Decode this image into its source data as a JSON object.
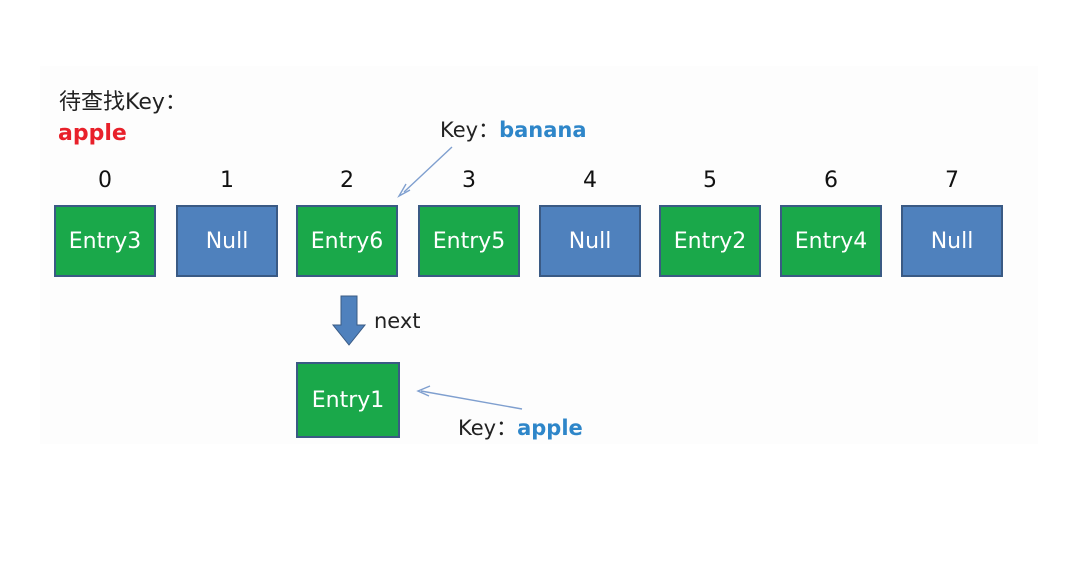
{
  "search": {
    "caption": "待查找Key：",
    "value": "apple",
    "value_color": "#e8202a"
  },
  "key_banana": {
    "prefix": "Key：",
    "value": "banana",
    "value_color": "#2e86c9"
  },
  "key_apple": {
    "prefix": "Key：",
    "value": "apple",
    "value_color": "#2e86c9"
  },
  "colors": {
    "entry": "#1aa84a",
    "null": "#4f81bd",
    "arrow": "#4f81bd",
    "pointer_line": "#7f9fcf"
  },
  "buckets": [
    {
      "index": "0",
      "label": "Entry3",
      "kind": "entry"
    },
    {
      "index": "1",
      "label": "Null",
      "kind": "null"
    },
    {
      "index": "2",
      "label": "Entry6",
      "kind": "entry"
    },
    {
      "index": "3",
      "label": "Entry5",
      "kind": "entry"
    },
    {
      "index": "4",
      "label": "Null",
      "kind": "null"
    },
    {
      "index": "5",
      "label": "Entry2",
      "kind": "entry"
    },
    {
      "index": "6",
      "label": "Entry4",
      "kind": "entry"
    },
    {
      "index": "7",
      "label": "Null",
      "kind": "null"
    }
  ],
  "chain": {
    "next_label": "next",
    "entry_label": "Entry1"
  }
}
